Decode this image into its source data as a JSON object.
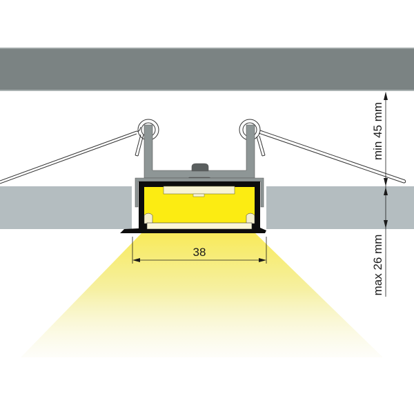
{
  "diagram": {
    "title": "Recessed LED profile in suspended ceiling - cross section",
    "colors": {
      "ceiling_top": "#7b8383",
      "ceiling_board": "#b4bdc0",
      "profile_gray": "#8e9696",
      "profile_black": "#0d0d0d",
      "led_yellow": "#fcec12",
      "light_beam": "#f7ee85",
      "diffuser": "#fbf6d8",
      "dimension_line": "#1a1a1a"
    },
    "labels": {
      "width_dimension": "38",
      "min_height": "min 45 mm",
      "max_depth": "max 26 mm"
    },
    "parts": [
      "ceiling-slab",
      "ceiling-board-left",
      "ceiling-board-right",
      "mounting-bracket",
      "spring-clip-left",
      "spring-clip-right",
      "aluminium-profile",
      "led-strip",
      "diffuser",
      "light-beam"
    ]
  }
}
